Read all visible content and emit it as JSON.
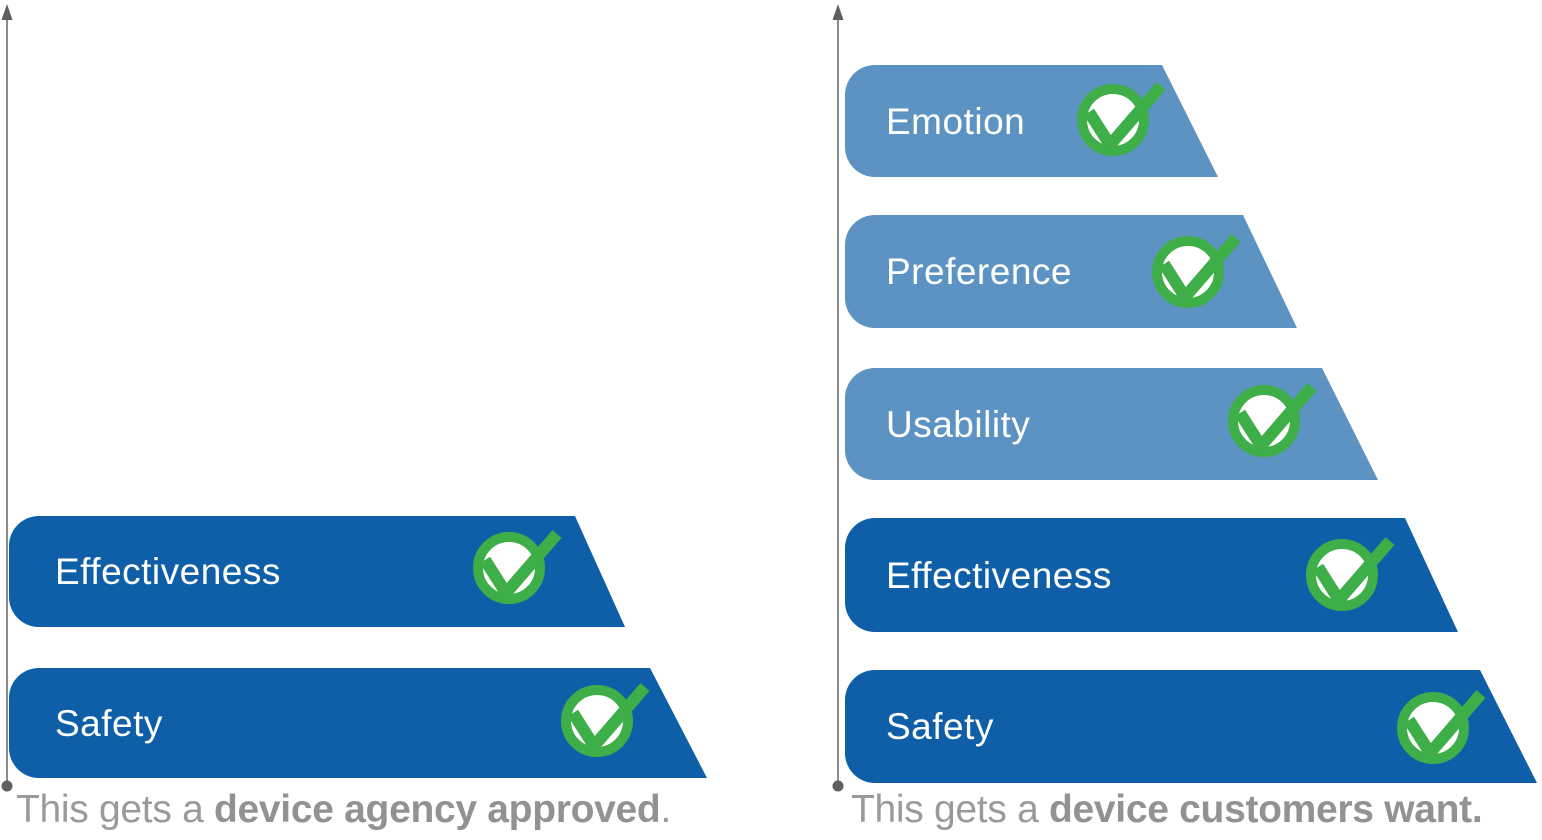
{
  "left": {
    "name": "regulatory-approval-pyramid",
    "bars": [
      {
        "label": "Effectiveness",
        "tier": "dark",
        "checked": true
      },
      {
        "label": "Safety",
        "tier": "dark",
        "checked": true
      }
    ],
    "caption": {
      "regular": "This gets a ",
      "bold": "device agency approved",
      "suffix": "."
    }
  },
  "right": {
    "name": "customer-want-pyramid",
    "bars": [
      {
        "label": "Emotion",
        "tier": "light",
        "checked": true
      },
      {
        "label": "Preference",
        "tier": "light",
        "checked": true
      },
      {
        "label": "Usability",
        "tier": "light",
        "checked": true
      },
      {
        "label": "Effectiveness",
        "tier": "dark",
        "checked": true
      },
      {
        "label": "Safety",
        "tier": "dark",
        "checked": true
      }
    ],
    "caption": {
      "regular": "This gets a ",
      "bold": "device customers want."
    }
  },
  "icons": {
    "check": "check-circle-icon",
    "axis_arrow": "arrow-up-icon",
    "axis_origin": "origin-dot"
  },
  "colors": {
    "dark_blue": "#0e5fa8",
    "light_blue": "#5d93c3",
    "check_green": "#3eae48",
    "label_white": "#ffffff",
    "caption_gray": "#9a9a9a",
    "axis_gray": "#8b8b8b",
    "axis_dark_gray": "#5f5f5f"
  }
}
